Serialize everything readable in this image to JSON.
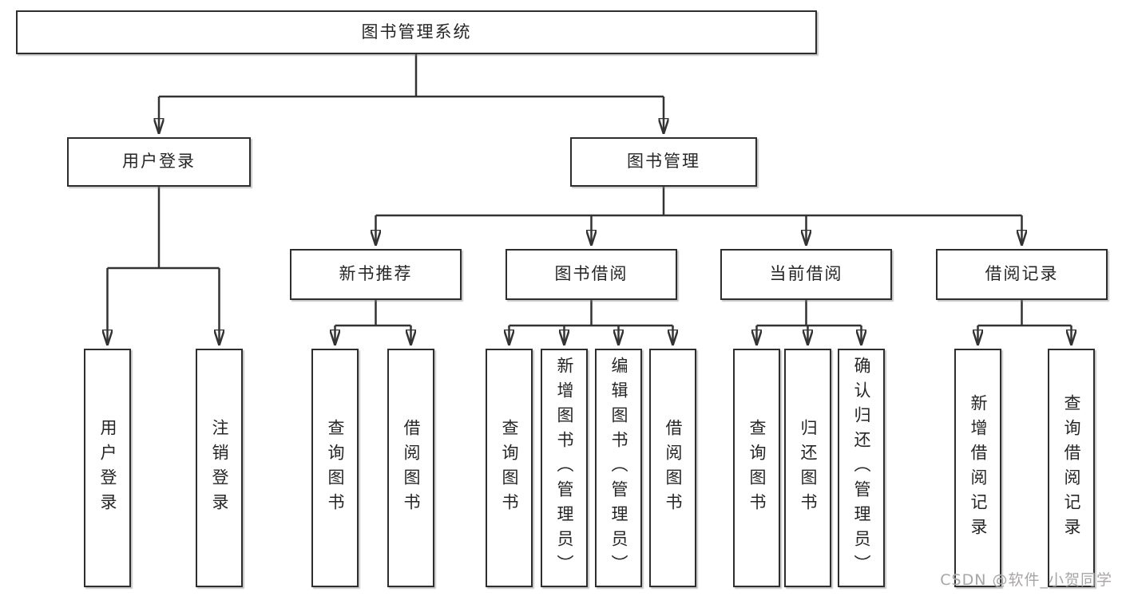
{
  "diagram": {
    "title": "图书管理系统",
    "root": {
      "label": "图书管理系统"
    },
    "level2": [
      {
        "id": "user-login-module",
        "label": "用户登录",
        "parent": "图书管理系统"
      },
      {
        "id": "book-management-module",
        "label": "图书管理",
        "parent": "图书管理系统"
      }
    ],
    "level3": [
      {
        "id": "new-book-recommend",
        "label": "新书推荐",
        "parent": "图书管理"
      },
      {
        "id": "book-borrowing",
        "label": "图书借阅",
        "parent": "图书管理"
      },
      {
        "id": "current-borrowing",
        "label": "当前借阅",
        "parent": "图书管理"
      },
      {
        "id": "borrowing-records",
        "label": "借阅记录",
        "parent": "图书管理"
      }
    ],
    "leaves": [
      {
        "label": "用户登录",
        "parent": "用户登录"
      },
      {
        "label": "注销登录",
        "parent": "用户登录"
      },
      {
        "label": "查询图书",
        "parent": "新书推荐"
      },
      {
        "label": "借阅图书",
        "parent": "新书推荐"
      },
      {
        "label": "查询图书",
        "parent": "图书借阅"
      },
      {
        "label": "新增图书（管理员）",
        "parent": "图书借阅"
      },
      {
        "label": "编辑图书（管理员）",
        "parent": "图书借阅"
      },
      {
        "label": "借阅图书",
        "parent": "图书借阅"
      },
      {
        "label": "查询图书",
        "parent": "当前借阅"
      },
      {
        "label": "归还图书",
        "parent": "当前借阅"
      },
      {
        "label": "确认归还（管理员）",
        "parent": "当前借阅"
      },
      {
        "label": "新增借阅记录",
        "parent": "借阅记录"
      },
      {
        "label": "查询借阅记录",
        "parent": "借阅记录"
      }
    ]
  },
  "watermark": "CSDN @软件_小贺同学",
  "colors": {
    "line": "#333333",
    "box_border": "#2e2e2e",
    "text": "#262626",
    "watermark": "#a8a5a5",
    "background": "#ffffff"
  }
}
